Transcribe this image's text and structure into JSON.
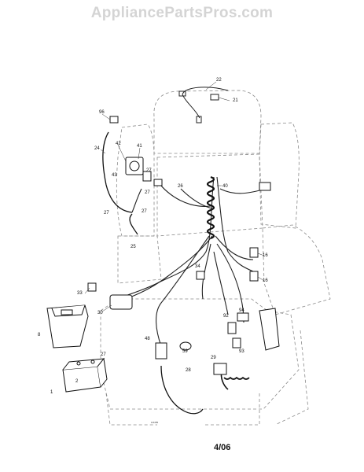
{
  "watermark": "AppliancePartsPros.com",
  "callouts": [
    {
      "id": "c22",
      "text": "22"
    },
    {
      "id": "c21",
      "text": "21"
    },
    {
      "id": "c96",
      "text": "96"
    },
    {
      "id": "c24",
      "text": "24"
    },
    {
      "id": "c42",
      "text": "42"
    },
    {
      "id": "c41",
      "text": "41"
    },
    {
      "id": "c43",
      "text": "43"
    },
    {
      "id": "c27a",
      "text": "27"
    },
    {
      "id": "c27b",
      "text": "27"
    },
    {
      "id": "c27c",
      "text": "27"
    },
    {
      "id": "c27d",
      "text": "27"
    },
    {
      "id": "c26",
      "text": "26"
    },
    {
      "id": "c40",
      "text": "40"
    },
    {
      "id": "c25",
      "text": "25"
    },
    {
      "id": "c16a",
      "text": "16"
    },
    {
      "id": "c16b",
      "text": "16"
    },
    {
      "id": "c34",
      "text": "34"
    },
    {
      "id": "c33",
      "text": "33"
    },
    {
      "id": "c30",
      "text": "30"
    },
    {
      "id": "c8",
      "text": "8"
    },
    {
      "id": "c92",
      "text": "92"
    },
    {
      "id": "c94",
      "text": "94"
    },
    {
      "id": "c93",
      "text": "93"
    },
    {
      "id": "c48",
      "text": "48"
    },
    {
      "id": "c59",
      "text": "59"
    },
    {
      "id": "c2",
      "text": "2"
    },
    {
      "id": "c1",
      "text": "1"
    },
    {
      "id": "c29",
      "text": "29"
    },
    {
      "id": "c28",
      "text": "28"
    }
  ],
  "drawing_code": "1/0455",
  "date_code": "4/06"
}
